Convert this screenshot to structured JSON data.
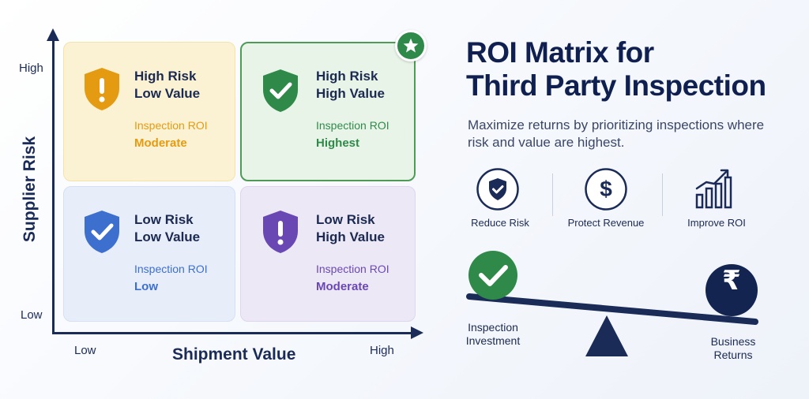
{
  "title_line1": "ROI Matrix for",
  "title_line2": "Third Party Inspection",
  "subtitle": "Maximize returns by prioritizing inspections where risk and value are highest.",
  "axes": {
    "y_title": "Supplier Risk",
    "y_high": "High",
    "y_low": "Low",
    "x_title": "Shipment Value",
    "x_low": "Low",
    "x_high": "High"
  },
  "quadrants": {
    "top_left": {
      "line1": "High Risk",
      "line2": "Low Value",
      "roi_label": "Inspection ROI",
      "roi_value": "Moderate",
      "accent": "#e49b12",
      "shield_icon": "exclamation-shield-icon"
    },
    "top_right": {
      "line1": "High Risk",
      "line2": "High Value",
      "roi_label": "Inspection ROI",
      "roi_value": "Highest",
      "accent": "#2f8a4a",
      "shield_icon": "check-shield-icon"
    },
    "bottom_left": {
      "line1": "Low Risk",
      "line2": "Low Value",
      "roi_label": "Inspection ROI",
      "roi_value": "Low",
      "accent": "#3d6fcf",
      "shield_icon": "check-shield-icon"
    },
    "bottom_right": {
      "line1": "Low Risk",
      "line2": "High Value",
      "roi_label": "Inspection ROI",
      "roi_value": "Moderate",
      "accent": "#6a48b4",
      "shield_icon": "exclamation-shield-icon"
    }
  },
  "features": [
    {
      "label": "Reduce Risk",
      "icon": "shield-check-icon"
    },
    {
      "label": "Protect Revenue",
      "icon": "dollar-icon"
    },
    {
      "label": "Improve ROI",
      "icon": "bar-chart-growth-icon"
    }
  ],
  "seesaw": {
    "left_label_line1": "Inspection",
    "left_label_line2": "Investment",
    "right_label_line1": "Business",
    "right_label_line2": "Returns",
    "left_icon": "check-circle-icon",
    "right_icon": "rupee-coin-icon",
    "rupee_symbol": "₹"
  },
  "colors": {
    "navy": "#1b2b57",
    "green": "#2f8a4a"
  }
}
